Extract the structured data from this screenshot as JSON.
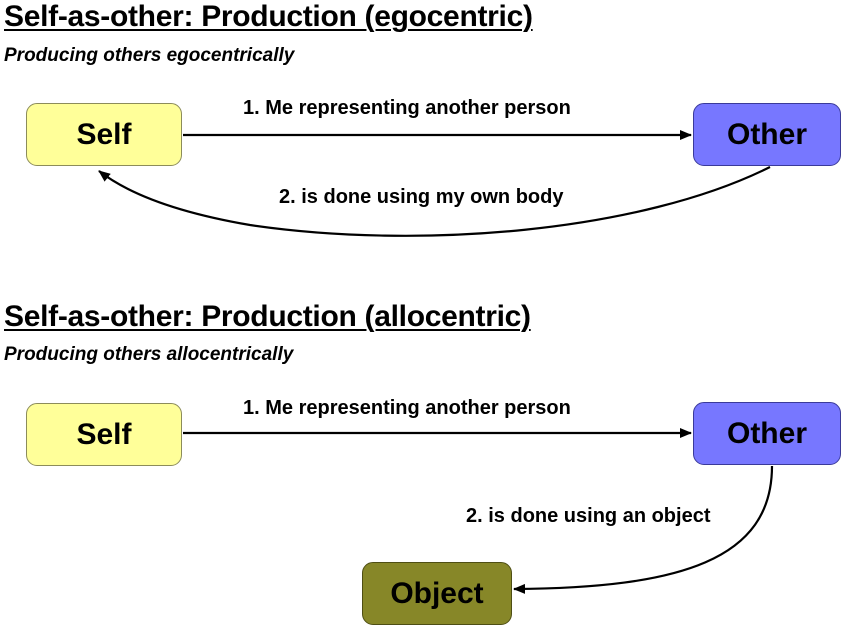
{
  "sections": [
    {
      "title": "Self-as-other: Production (egocentric)",
      "subtitle": "Producing others egocentrically",
      "nodes": {
        "self": "Self",
        "other": "Other"
      },
      "edges": {
        "first": "1. Me representing another person",
        "second": "2. is done using my own body"
      }
    },
    {
      "title": "Self-as-other: Production (allocentric)",
      "subtitle": "Producing others allocentrically",
      "nodes": {
        "self": "Self",
        "other": "Other",
        "object": "Object"
      },
      "edges": {
        "first": "1. Me representing another person",
        "second": "2. is done using an object"
      }
    }
  ],
  "colors": {
    "self": "#ffff99",
    "other": "#7777ff",
    "object": "#878728",
    "arrow": "#000000"
  }
}
